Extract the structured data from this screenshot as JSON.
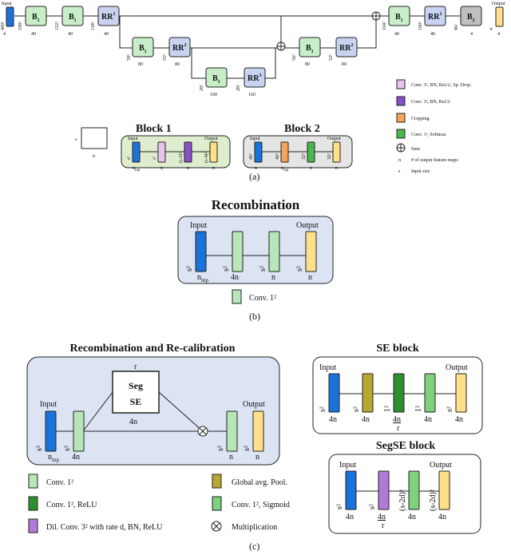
{
  "colors": {
    "input": "#1a73d9",
    "output": "#ffe08a",
    "block": "#c8eec8",
    "rr": "#c8d3f0",
    "b2": "#bfbfbf",
    "conv_drop": "#e7c6ee",
    "conv_relu_purple": "#8a4fc7",
    "cropping": "#f5a55a",
    "conv_softmax": "#49b849",
    "panel_green": "#dfeccd",
    "panel_gray": "#e5e5e5",
    "panel_blue": "#dce3f3",
    "conv1_light": "#b8e6b8",
    "conv_relu_dark": "#2f8f2f",
    "gap_olive": "#b8a830",
    "dil_purple": "#b07ad8",
    "sigmoid": "#7fd07f"
  },
  "panel_a": {
    "input_label": "Input",
    "output_label": "Output",
    "input_size": "400²",
    "input_maps": "4",
    "output_size": "4",
    "output_maps": "4",
    "blocks": [
      {
        "label": "B",
        "sub": "1",
        "maps": "40"
      },
      {
        "label": "B",
        "sub": "1",
        "maps": "40"
      },
      {
        "label": "RR",
        "sup": "1",
        "maps": "40"
      },
      {
        "label": "B",
        "sub": "1",
        "maps": "80"
      },
      {
        "label": "RR",
        "sup": "2",
        "maps": "80"
      },
      {
        "label": "B",
        "sub": "1",
        "maps": "160"
      },
      {
        "label": "RR",
        "sup": "3",
        "maps": "160"
      },
      {
        "label": "B",
        "sub": "1",
        "maps": "80"
      },
      {
        "label": "RR",
        "sup": "2",
        "maps": "80"
      },
      {
        "label": "B",
        "sub": "1",
        "maps": "40"
      },
      {
        "label": "RR",
        "sup": "1",
        "maps": "40"
      },
      {
        "label": "B",
        "sub": "2",
        "maps": "4"
      }
    ],
    "sizes": [
      "198²",
      "122²",
      "118²",
      "59²",
      "55²",
      "28²",
      "28²",
      "56²",
      "52²",
      "104²",
      "100²",
      "96²"
    ],
    "legend": [
      "Conv. 3², BN, ReLU, Sp. Drop.",
      "Conv. 3², BN, ReLU",
      "Cropping",
      "Conv. 1², Softmax",
      "Sum",
      "# of output feature maps",
      "Input size"
    ],
    "legend_n": "n",
    "legend_s": "s",
    "block1_title": "Block 1",
    "block2_title": "Block 2",
    "key_s": "s",
    "key_n": "n",
    "block1": {
      "input": "Input",
      "output": "Output",
      "sizes": [
        "s²",
        "s²",
        "(s-2)²",
        "(s-4)²"
      ],
      "maps": [
        "n",
        "n",
        "n",
        "n"
      ],
      "inp_sub": "inp"
    },
    "block2": {
      "input": "Input",
      "output": "Output",
      "sizes": [
        "46²",
        "46²",
        "32²",
        "32²"
      ],
      "maps": [
        "n",
        "n",
        "n",
        "n"
      ],
      "inp_sub": "inp"
    },
    "caption": "(a)"
  },
  "panel_b": {
    "title": "Recombination",
    "input": "Input",
    "output": "Output",
    "sizes": [
      "s²",
      "s²",
      "s²",
      "s²"
    ],
    "maps": [
      "n",
      "4n",
      "n",
      "n"
    ],
    "inp_sub": "inp",
    "legend": "Conv. 1²",
    "caption": "(b)"
  },
  "panel_c": {
    "title": "Recombination and Re-calibration",
    "input": "Input",
    "output": "Output",
    "segse_line1": "Seg",
    "segse_line2": "SE",
    "r_label": "r",
    "fourn": "4n",
    "sizes": [
      "s²",
      "s²",
      "s²",
      "s²"
    ],
    "maps": [
      "n",
      "4n",
      "n",
      "n"
    ],
    "inp_sub": "inp",
    "legend": [
      "Conv. 1²",
      "Conv. 1², ReLU",
      "Dil. Conv. 3² with rate d, BN, ReLU",
      "Global avg. Pool.",
      "Conv. 1², Sigmoid",
      "Multiplication"
    ],
    "caption": "(c)"
  },
  "se_block": {
    "title": "SE block",
    "input": "Input",
    "output": "Output",
    "sizes": [
      "s²",
      "s²",
      "1²",
      "1²",
      "s²"
    ],
    "maps": [
      "4n",
      "4n",
      "4n",
      "4n",
      "4n"
    ],
    "r": "r"
  },
  "segse_block": {
    "title": "SegSE block",
    "input": "Input",
    "output": "Output",
    "sizes": [
      "s²",
      "s²",
      "(s-2d)²",
      "(s-2d)²"
    ],
    "maps": [
      "4n",
      "4n",
      "4n",
      "4n"
    ],
    "r": "r"
  }
}
